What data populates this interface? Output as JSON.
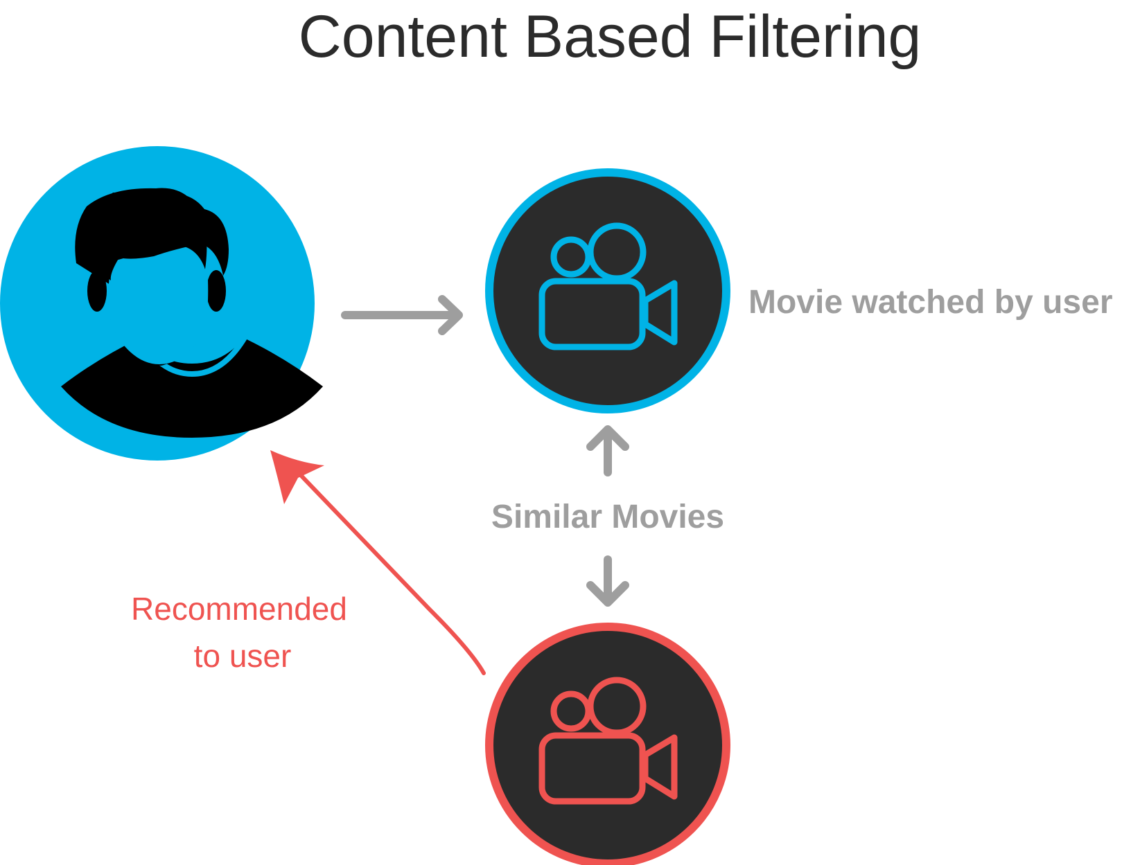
{
  "title": "Content Based Filtering",
  "labels": {
    "watched": "Movie watched by user",
    "similar": "Similar Movies",
    "recommended_line1": "Recommended",
    "recommended_line2": "to user"
  },
  "colors": {
    "user_circle": "#00B3E6",
    "watched_ring": "#00B3E6",
    "recommended_ring": "#EF5350",
    "movie_bg": "#2B2B2B",
    "gray_text": "#9E9E9E",
    "red_text": "#EF5350",
    "title_text": "#2B2B2B"
  },
  "icons": {
    "user": "user-silhouette-icon",
    "watched_movie": "movie-camera-icon",
    "recommended_movie": "movie-camera-icon"
  }
}
